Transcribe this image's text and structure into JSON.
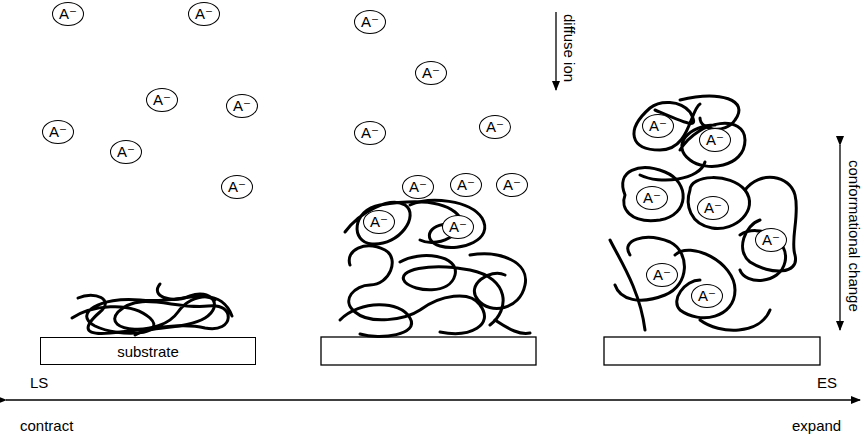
{
  "diagram": {
    "nodes": [
      {
        "text": [
          "substrate"
        ]
      },
      {
        "text": [
          "A⁻"
        ]
      },
      {
        "text": [
          "A⁻"
        ]
      },
      {
        "text": [
          "A⁻"
        ]
      },
      {
        "text": [
          "A⁻"
        ]
      },
      {
        "text": [
          "A⁻"
        ]
      },
      {
        "text": [
          "A⁻"
        ]
      },
      {
        "text": [
          "A⁻"
        ]
      },
      {
        "text": [
          "A⁻"
        ]
      },
      {
        "text": [
          "A⁻"
        ]
      },
      {
        "text": [
          "A⁻"
        ]
      },
      {
        "text": [
          "A⁻"
        ]
      },
      {
        "text": [
          "A⁻"
        ]
      },
      {
        "text": [
          "A⁻"
        ]
      },
      {
        "text": [
          "A⁻"
        ]
      },
      {
        "text": [
          "A⁻"
        ]
      },
      {
        "text": [
          "A⁻"
        ]
      },
      {
        "text": [
          "A⁻"
        ]
      },
      {
        "text": [
          "A⁻"
        ]
      },
      {
        "text": [
          "A⁻"
        ]
      },
      {
        "text": [
          "A⁻"
        ]
      },
      {
        "text": [
          "A⁻"
        ]
      },
      {
        "text": [
          "A⁻"
        ]
      },
      {
        "text": [
          "A⁻"
        ]
      }
    ],
    "labels": [
      "diffuse ion",
      "conformational change",
      "LS",
      "ES",
      "contract",
      "expand"
    ]
  }
}
